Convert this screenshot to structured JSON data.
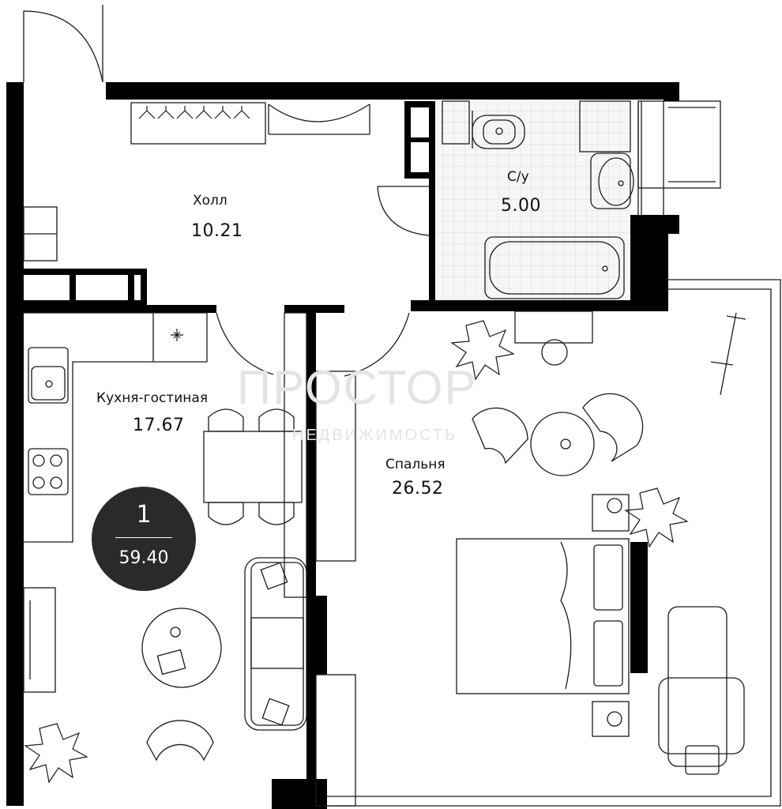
{
  "rooms": {
    "hall": {
      "name": "Холл",
      "area": "10.21"
    },
    "bathroom": {
      "name": "С/у",
      "area": "5.00"
    },
    "kitchen": {
      "name": "Кухня-гостиная",
      "area": "17.67"
    },
    "bedroom": {
      "name": "Спальня",
      "area": "26.52"
    }
  },
  "badge": {
    "rooms": "1",
    "total_area": "59.40"
  },
  "watermark": {
    "brand": "ПРОСТОР",
    "sub": "НЕДВИЖИМОСТЬ"
  },
  "colors": {
    "wall": "#000000",
    "line": "#1a1a1a",
    "badge_bg": "#2a2a2a",
    "tile_bg": "#f3f3f3",
    "watermark": "#e4e4e4"
  }
}
